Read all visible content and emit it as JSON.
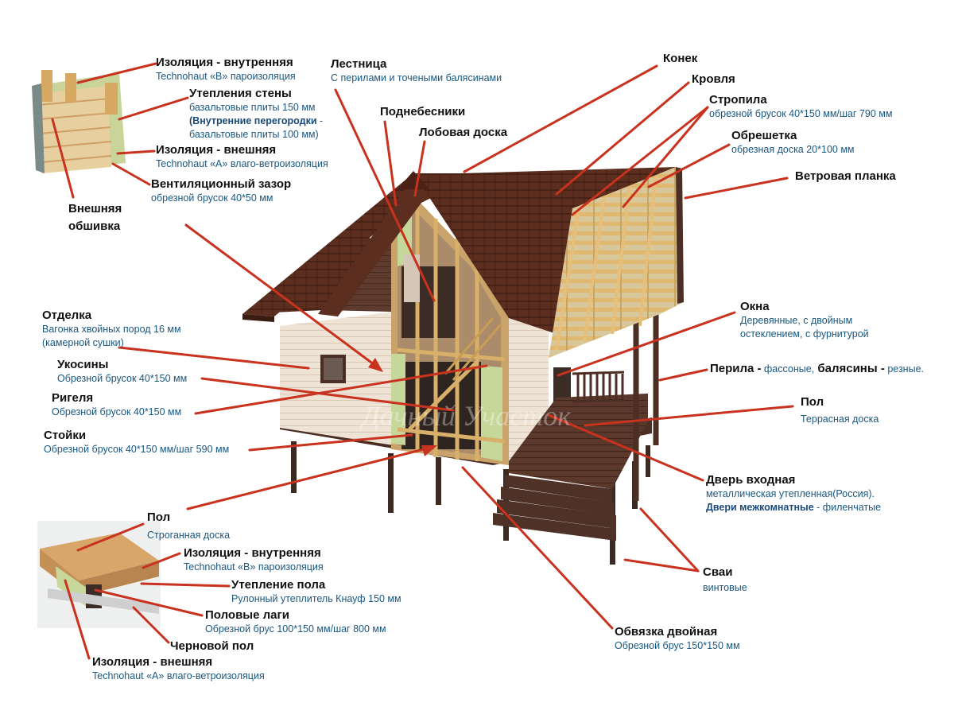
{
  "watermark": "Дачный Участок",
  "colors": {
    "leader": "#c8321e",
    "title": "#111111",
    "desc": "#1a5780",
    "roof": "#5a2d1e",
    "siding_light": "#efe2d4",
    "siding_dark": "#5b3a2d",
    "insulation": "#c8d89a",
    "timber": "#d9b06a"
  },
  "labels": {
    "izol_vn_top": {
      "title": "Изоляция - внутренняя",
      "desc": "Technohaut «B» пароизоляция"
    },
    "uteplenie_steny": {
      "title": "Утепления стены",
      "desc1": "базальтовые плиты 150 мм",
      "desc2_bold": "(Внутренние перегородки",
      "desc2_rest": " -",
      "desc3": "базальтовые плиты 100 мм)"
    },
    "izol_ext_top": {
      "title": "Изоляция - внешняя",
      "desc": "Technohaut «A» влаго-ветроизоляция"
    },
    "vent_zazor": {
      "title": "Вентиляционный зазор",
      "desc": "обрезной брусок 40*50 мм"
    },
    "vneshnyaya": {
      "title1": "Внешняя",
      "title2": "обшивка"
    },
    "lestnica": {
      "title": "Лестница",
      "desc": "С перилами и точеными балясинами"
    },
    "podnebesniki": {
      "title": "Поднебесники"
    },
    "lobovaya": {
      "title": "Лобовая доска"
    },
    "konek": {
      "title": "Конек"
    },
    "krovlya": {
      "title": "Кровля"
    },
    "stropila": {
      "title": "Стропила",
      "desc": "обрезной брусок 40*150 мм/шаг 790 мм"
    },
    "obreshetka": {
      "title": "Обрешетка",
      "desc": "обрезная доска 20*100 мм"
    },
    "vetrovaya": {
      "title": "Ветровая планка"
    },
    "otdelka": {
      "title": "Отделка",
      "desc1": "Вагонка хвойных пород 16 мм",
      "desc2": "(камерной сушки)"
    },
    "ukosiny": {
      "title": "Укосины",
      "desc": "Обрезной брусок 40*150 мм"
    },
    "rigeli": {
      "title": "Ригеля",
      "desc": "Обрезной брусок 40*150 мм"
    },
    "stoyki": {
      "title": "Стойки",
      "desc": "Обрезной брусок 40*150 мм/шаг 590 мм"
    },
    "okna": {
      "title": "Окна",
      "desc1": "Деревянные, с двойным",
      "desc2": "остеклением, с фурнитурой"
    },
    "perila": {
      "t1": "Перила -",
      "d1": " фассоные",
      "sep": ",",
      "t2": " балясины -",
      "d2": " резные."
    },
    "pol_terrace": {
      "title": "Пол",
      "desc": "Террасная доска"
    },
    "dver": {
      "title": "Дверь входная",
      "desc1": "металлическая утепленная(Россия).",
      "desc2_bold": "Двери межкомнатные",
      "desc2_rest": " - филенчатые"
    },
    "pol_floor": {
      "title": "Пол",
      "desc": "Строганная доска"
    },
    "izol_vn_floor": {
      "title": "Изоляция - внутренняя",
      "desc": "Technohaut «B» пароизоляция"
    },
    "uteplenie_pola": {
      "title": "Утепление пола",
      "desc": "Рулонный утеплитель Кнауф 150 мм"
    },
    "lagi": {
      "title": "Половые лаги",
      "desc": "Обрезной брус 100*150 мм/шаг 800 мм"
    },
    "chernovoy": {
      "title": "Черновой пол"
    },
    "izol_ext_floor": {
      "title": "Изоляция - внешняя",
      "desc": "Technohaut «A» влаго-ветроизоляция"
    },
    "svai": {
      "title": "Сваи",
      "desc": "винтовые"
    },
    "obvyazka": {
      "title": "Обвязка двойная",
      "desc": "Обрезной брус 150*150 мм"
    }
  }
}
